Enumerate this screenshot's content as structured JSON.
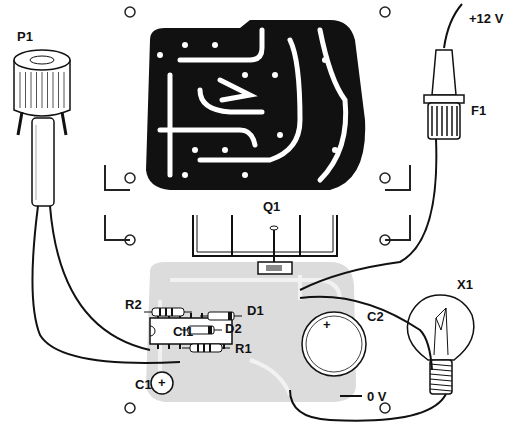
{
  "diagram": {
    "labels": [
      "P1",
      "+12 V",
      "F1",
      "Q1",
      "CI1",
      "R2",
      "D1",
      "D2",
      "R1",
      "C1",
      "+",
      "C2",
      "+",
      "X1",
      "0 V"
    ]
  }
}
